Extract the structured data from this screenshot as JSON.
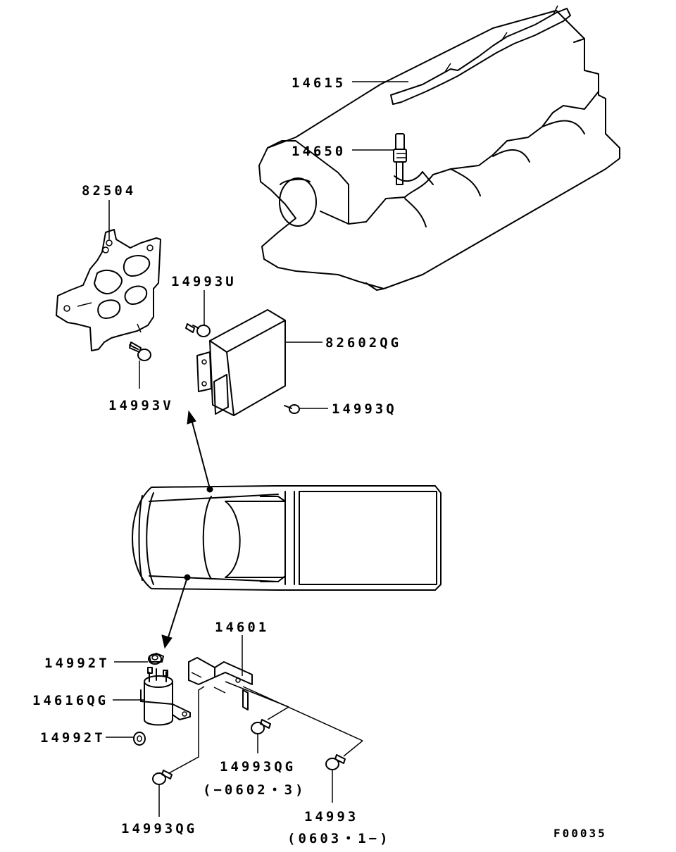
{
  "callouts": {
    "p14615": "14615",
    "p14650": "14650",
    "p82504": "82504",
    "p14993U": "14993U",
    "p82602QG": "82602QG",
    "p14993V": "14993V",
    "p14993Q": "14993Q",
    "p14601": "14601",
    "p14992T_top": "14992T",
    "p14616QG": "14616QG",
    "p14992T_bottom": "14992T",
    "p14993QG_mid": "14993QG",
    "p14993QG_mid_range": "(−0602・3)",
    "p14993QG_low": "14993QG",
    "p14993": "14993",
    "p14993_range": "(0603・1−)"
  },
  "figure_code": "F00035"
}
